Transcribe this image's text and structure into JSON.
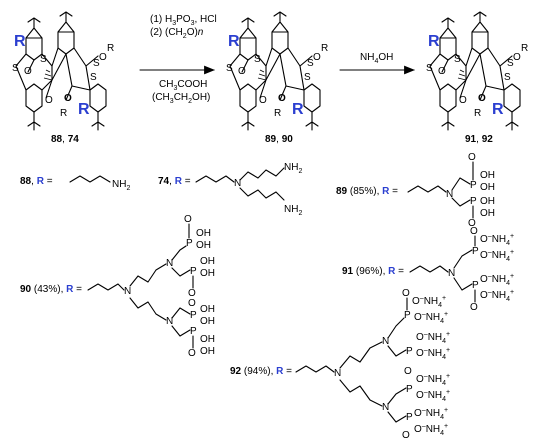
{
  "colors": {
    "r_label": "#2b3fd0",
    "ink": "#000000"
  },
  "structure_atoms": {
    "S": "S",
    "O": "O",
    "R": "R"
  },
  "compounds": {
    "c1": {
      "a": "88",
      "b": "74"
    },
    "c2": {
      "a": "89",
      "b": "90"
    },
    "c3": {
      "a": "91",
      "b": "92"
    },
    "sep": ", "
  },
  "step1": {
    "line1_prefix": "(1) H",
    "line1_sub": "3",
    "line1_rest": "PO",
    "line1_sub2": "3",
    "line1_end": ", HCl",
    "line2": "(2) (CH",
    "line2_sub": "2",
    "line2_rest": "O)",
    "line2_it": "n",
    "line3_a": "CH",
    "line3_sub": "3",
    "line3_b": "COOH",
    "line4_a": "(CH",
    "line4_sub1": "3",
    "line4_b": "CH",
    "line4_sub2": "2",
    "line4_c": "OH)"
  },
  "step2": {
    "reagent_a": "NH",
    "reagent_sub": "4",
    "reagent_b": "OH"
  },
  "r_defs": {
    "r88": {
      "num": "88",
      "sep": ", ",
      "r": "R",
      "eq": " =",
      "nh2": "NH",
      "nh2_sub": "2"
    },
    "r74": {
      "num": "74",
      "sep": ", ",
      "r": "R",
      "eq": " =",
      "n": "N",
      "nh2": "NH",
      "nh2_sub": "2"
    },
    "r89": {
      "num": "89",
      "yield": " (85%), ",
      "r": "R",
      "eq": " =",
      "n": "N",
      "p": "P",
      "o": "O",
      "oh": "OH"
    },
    "r90": {
      "num": "90",
      "yield": " (43%), ",
      "r": "R",
      "eq": " =",
      "n": "N",
      "p": "P",
      "o": "O",
      "oh": "OH"
    },
    "r91": {
      "num": "91",
      "yield": " (96%), ",
      "r": "R",
      "eq": " =",
      "n": "N",
      "p": "P",
      "o": "O",
      "ominus": "O",
      "minus": "–",
      "nh4": "NH",
      "nh4_sub": "4",
      "nh4_plus": "+"
    },
    "r92": {
      "num": "92",
      "yield": " (94%), ",
      "r": "R",
      "eq": " =",
      "n": "N",
      "p": "P",
      "o": "O",
      "ominus": "O",
      "minus": "–",
      "nh4": "NH",
      "nh4_sub": "4",
      "nh4_plus": "+"
    }
  }
}
